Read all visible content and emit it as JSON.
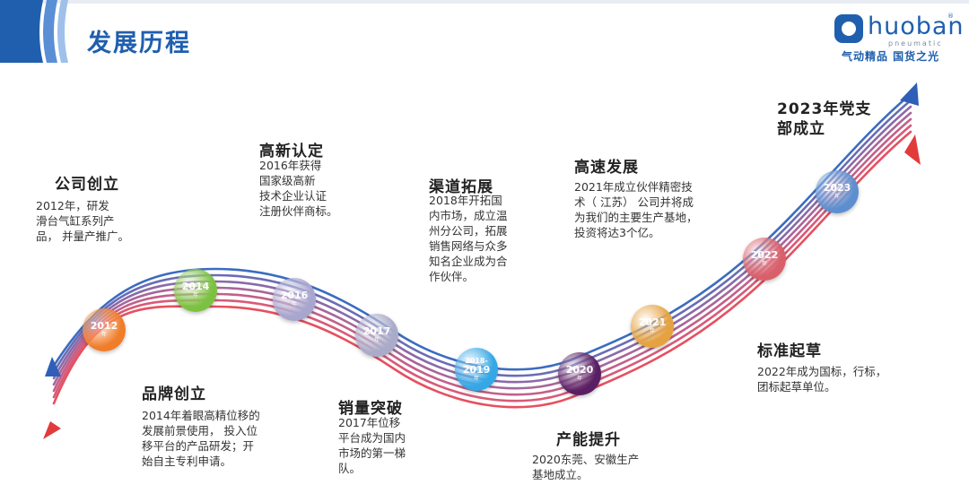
{
  "page": {
    "title": "发展历程"
  },
  "logo": {
    "name": "huoban",
    "sub": "pneumatic",
    "reg": "®",
    "slogan": "气动精品  国货之光"
  },
  "events": [
    {
      "title": "公司创立",
      "desc": "2012年，研发\n滑台气缸系列产\n品， 并量产推广。"
    },
    {
      "title": "品牌创立",
      "desc": "2014年着眼高精位移的\n发展前景使用， 投入位\n移平台的产品研发；开\n始自主专利申请。"
    },
    {
      "title": "高新认定",
      "desc": "2016年获得\n国家级高新\n技术企业认证\n注册伙伴商标。"
    },
    {
      "title": "销量突破",
      "desc": "2017年位移\n平台成为国内\n市场的第一梯\n队。"
    },
    {
      "title": "渠道拓展",
      "desc": "2018年开拓国\n内市场，成立温\n州分公司，拓展\n销售网络与众多\n知名企业成为合\n作伙伴。"
    },
    {
      "title": "产能提升",
      "desc": "2020东莞、安徽生产\n基地成立。"
    },
    {
      "title": "高速发展",
      "desc": "2021年成立伙伴精密技\n术（ 江苏） 公司并将成\n为我们的主要生产基地，\n投资将达3个亿。"
    },
    {
      "title": "标准起草",
      "desc": "2022年成为国标，行标，\n团标起草单位。"
    },
    {
      "title": "2023年党支\n部成立",
      "desc": ""
    }
  ],
  "years": [
    {
      "label": "2012",
      "unit": "年",
      "color": "#f07d2a"
    },
    {
      "label": "2014",
      "unit": "年",
      "color": "#7cc242"
    },
    {
      "label": "2016",
      "unit": "年",
      "color": "#a7a6cf"
    },
    {
      "label": "2017",
      "unit": "年",
      "color": "#a9abc8"
    },
    {
      "label": "2018-",
      "label2": "2019",
      "unit": "年",
      "color": "#34a7e6"
    },
    {
      "label": "2020",
      "unit": "年",
      "color": "#5a1f63"
    },
    {
      "label": "2021",
      "unit": "年",
      "color": "#e5a240"
    },
    {
      "label": "2022",
      "unit": "年",
      "color": "#d8606a"
    },
    {
      "label": "2023",
      "unit": "年",
      "color": "#5d8fd0"
    }
  ]
}
